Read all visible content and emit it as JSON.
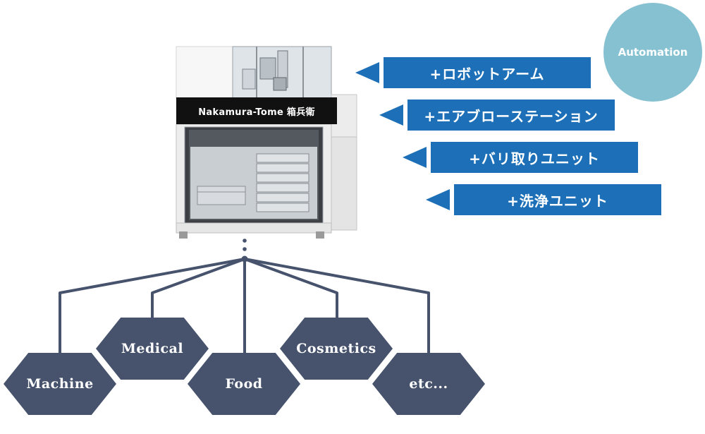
{
  "automation": {
    "label": "Automation"
  },
  "options": [
    {
      "label": "+ロボットアーム"
    },
    {
      "label": "+エアブローステーション"
    },
    {
      "label": "+バリ取りユニット"
    },
    {
      "label": "+洗浄ユニット"
    }
  ],
  "machine": {
    "label": "Nakamura-Tome 箱兵衛"
  },
  "industries": [
    {
      "label": "Machine"
    },
    {
      "label": "Medical"
    },
    {
      "label": "Food"
    },
    {
      "label": "Cosmetics"
    },
    {
      "label": "etc..."
    }
  ],
  "colors": {
    "banner": "#1d70b7",
    "circle": "#86c1d1",
    "tree": "#47536d"
  }
}
